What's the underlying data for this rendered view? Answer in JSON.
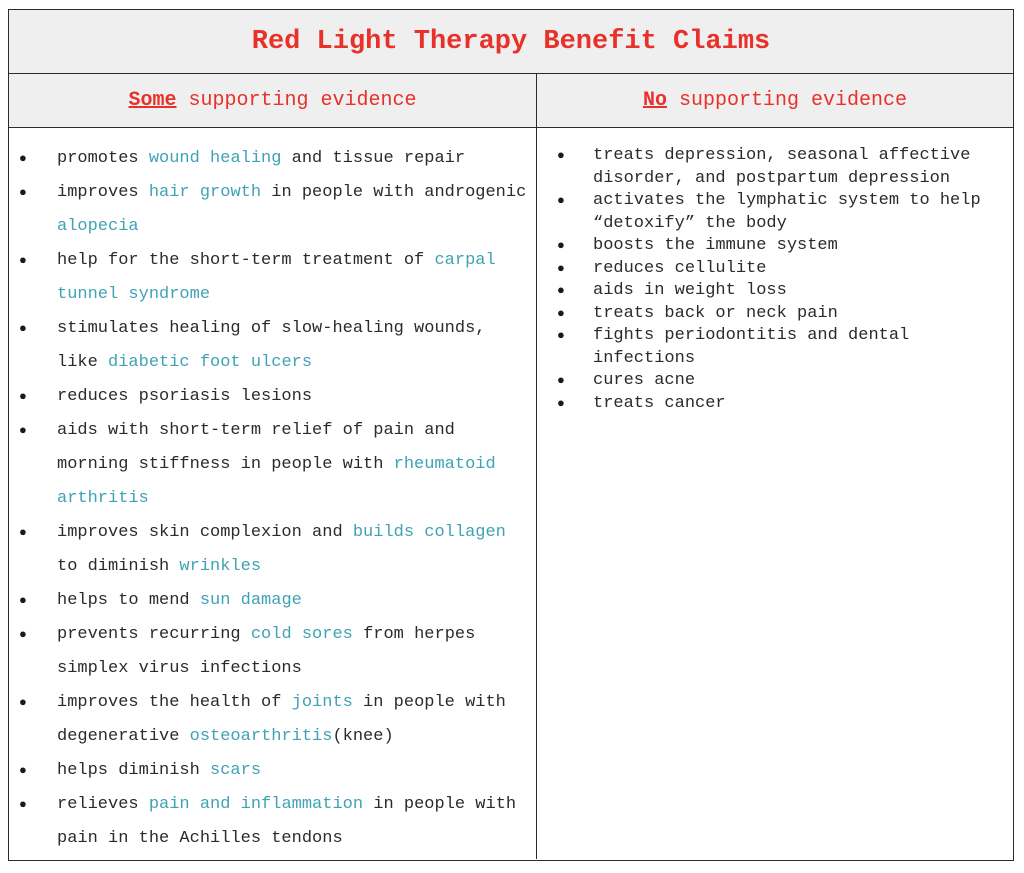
{
  "title": "Red Light Therapy Benefit Claims",
  "headers": {
    "left": {
      "strong": "Some",
      "rest": "supporting evidence"
    },
    "right": {
      "strong": "No",
      "rest": "supporting evidence"
    }
  },
  "colors": {
    "title": "#e8312a",
    "link": "#3fa3b5",
    "text": "#2b2b2b",
    "header_bg": "#efefef"
  },
  "some_evidence": [
    [
      {
        "t": "promotes "
      },
      {
        "t": "wound healing",
        "link": true
      },
      {
        "t": " and tissue repair"
      }
    ],
    [
      {
        "t": "improves "
      },
      {
        "t": "hair growth",
        "link": true
      },
      {
        "t": " in people with androgenic "
      },
      {
        "t": "alopecia",
        "link": true
      }
    ],
    [
      {
        "t": "help for the short-term treatment of "
      },
      {
        "t": "carpal tunnel syndrome",
        "link": true
      }
    ],
    [
      {
        "t": "stimulates healing of slow-healing wounds, like "
      },
      {
        "t": "diabetic foot ulcers",
        "link": true
      }
    ],
    [
      {
        "t": "reduces psoriasis lesions"
      }
    ],
    [
      {
        "t": "aids with short-term relief of pain and morning stiffness in people with "
      },
      {
        "t": "rheumatoid arthritis",
        "link": true
      }
    ],
    [
      {
        "t": "improves skin complexion and "
      },
      {
        "t": "builds collagen",
        "link": true
      },
      {
        "t": " to diminish "
      },
      {
        "t": "wrinkles",
        "link": true
      }
    ],
    [
      {
        "t": "helps to mend "
      },
      {
        "t": "sun damage",
        "link": true
      }
    ],
    [
      {
        "t": "prevents recurring "
      },
      {
        "t": "cold sores",
        "link": true
      },
      {
        "t": " from herpes simplex virus infections"
      }
    ],
    [
      {
        "t": "improves the health of "
      },
      {
        "t": "joints",
        "link": true
      },
      {
        "t": " in people with degenerative "
      },
      {
        "t": "osteoarthritis",
        "link": true
      },
      {
        "t": "(knee)"
      }
    ],
    [
      {
        "t": "helps diminish "
      },
      {
        "t": "scars",
        "link": true
      }
    ],
    [
      {
        "t": "relieves "
      },
      {
        "t": "pain and inflammation",
        "link": true
      },
      {
        "t": " in people with pain in the Achilles tendons"
      }
    ]
  ],
  "no_evidence": [
    "treats depression, seasonal affective disorder, and postpartum depression",
    "activates the lymphatic system to help “detoxify” the body",
    "boosts the immune system",
    "reduces cellulite",
    "aids in weight loss",
    "treats back or neck pain",
    "fights periodontitis and dental infections",
    "cures acne",
    "treats cancer"
  ]
}
